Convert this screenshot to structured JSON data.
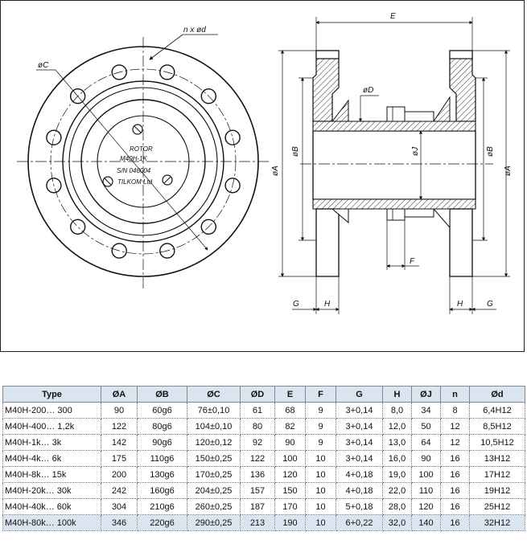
{
  "drawing": {
    "front_labels": {
      "nxd": "n x ød",
      "dc": "øC"
    },
    "rotor_label": {
      "line1": "ROTOR",
      "line2": "M40H-1K",
      "line3": "S/N 046004",
      "line4": "TILKOM Ltd"
    },
    "side_labels": {
      "e": "E",
      "dd": "øD",
      "da_left": "øA",
      "db_left": "øB",
      "dj": "øJ",
      "db_right": "øB",
      "da_right": "øA",
      "f": "F",
      "g_left": "G",
      "h_left": "H",
      "h_right": "H",
      "g_right": "G"
    }
  },
  "table": {
    "headers": [
      "Type",
      "ØA",
      "ØB",
      "ØC",
      "ØD",
      "E",
      "F",
      "G",
      "H",
      "ØJ",
      "n",
      "Ød"
    ],
    "rows": [
      [
        "M40H-200… 300",
        "90",
        "60g6",
        "76±0,10",
        "61",
        "68",
        "9",
        "3+0,14",
        "8,0",
        "34",
        "8",
        "6,4H12"
      ],
      [
        "M40H-400… 1,2k",
        "122",
        "80g6",
        "104±0,10",
        "80",
        "82",
        "9",
        "3+0,14",
        "12,0",
        "50",
        "12",
        "8,5H12"
      ],
      [
        "M40H-1k… 3k",
        "142",
        "90g6",
        "120±0,12",
        "92",
        "90",
        "9",
        "3+0,14",
        "13,0",
        "64",
        "12",
        "10,5H12"
      ],
      [
        "M40H-4k… 6k",
        "175",
        "110g6",
        "150±0,25",
        "122",
        "100",
        "10",
        "3+0,14",
        "16,0",
        "90",
        "16",
        "13H12"
      ],
      [
        "M40H-8k… 15k",
        "200",
        "130g6",
        "170±0,25",
        "136",
        "120",
        "10",
        "4+0,18",
        "19,0",
        "100",
        "16",
        "17H12"
      ],
      [
        "M40H-20k… 30k",
        "242",
        "160g6",
        "204±0,25",
        "157",
        "150",
        "10",
        "4+0,18",
        "22,0",
        "110",
        "16",
        "19H12"
      ],
      [
        "M40H-40k… 60k",
        "304",
        "210g6",
        "260±0,25",
        "187",
        "170",
        "10",
        "5+0,18",
        "28,0",
        "120",
        "16",
        "25H12"
      ],
      [
        "M40H-80k… 100k",
        "346",
        "220g6",
        "290±0,25",
        "213",
        "190",
        "10",
        "6+0,22",
        "32,0",
        "140",
        "16",
        "32H12"
      ]
    ]
  }
}
